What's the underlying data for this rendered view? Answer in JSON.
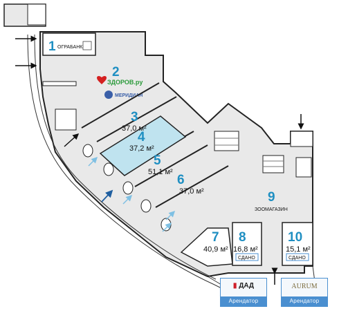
{
  "rooms": [
    {
      "id": "1",
      "number": "1",
      "area": "",
      "sublabel": "ОГРАБАНК"
    },
    {
      "id": "2",
      "number": "2",
      "area": "",
      "sublabel": ""
    },
    {
      "id": "3",
      "number": "3",
      "area": "37,0 м²"
    },
    {
      "id": "4",
      "number": "4",
      "area": "37,2 м²"
    },
    {
      "id": "5",
      "number": "5",
      "area": "51,1 м²"
    },
    {
      "id": "6",
      "number": "6",
      "area": "37,0 м²"
    },
    {
      "id": "7",
      "number": "7",
      "area": "40,9 м²"
    },
    {
      "id": "8",
      "number": "8",
      "area": "16,8 м²",
      "status": "СДАНО"
    },
    {
      "id": "9",
      "number": "9",
      "area": "",
      "sublabel": "ЗООМАГАЗИН"
    },
    {
      "id": "10",
      "number": "10",
      "area": "15,1 м²",
      "status": "СДАНО"
    }
  ],
  "logos": {
    "zdorov": "ЗДОРОВ.ру",
    "meridian": "МЕРИДИАН"
  },
  "tenants": [
    {
      "brand": "ДАД",
      "caption": "Арендатор"
    },
    {
      "brand": "AURUM",
      "caption": "Арендатор"
    }
  ],
  "colors": {
    "room_number": "#1f8fc2",
    "highlight_room": "#bfe3ef",
    "floor": "#e9e9e9",
    "tenant_caption": "#4a8fd0"
  }
}
